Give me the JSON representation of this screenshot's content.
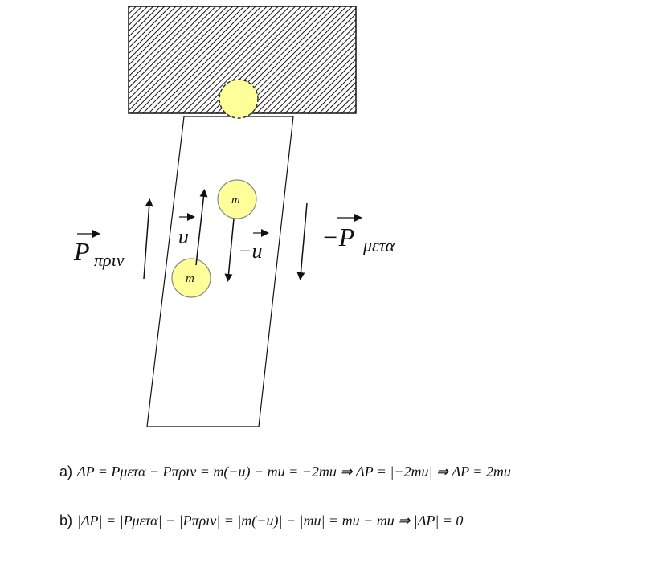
{
  "ball_label": "m",
  "labels": {
    "p_before_main": "P",
    "p_before_sub": "πριν",
    "u_up": "u",
    "u_down": "−u",
    "p_after_main": "−P",
    "p_after_sub": "μετα"
  },
  "equations": [
    {
      "prefix": "a)",
      "text": "ΔP = Pμετα − Pπριν = m(−u) − mu = −2mu ⇒ ΔP = |−2mu| ⇒ ΔP = 2mu"
    },
    {
      "prefix": "b)",
      "text": "|ΔP| = |Pμετα| − |Pπριν| = |m(−u)| − |mu| = mu − mu ⇒ |ΔP| = 0"
    }
  ],
  "colors": {
    "ball_fill": "#ffff99",
    "ball_stroke": "#888888",
    "wall_fill": "#ffffff",
    "line": "#111111"
  }
}
